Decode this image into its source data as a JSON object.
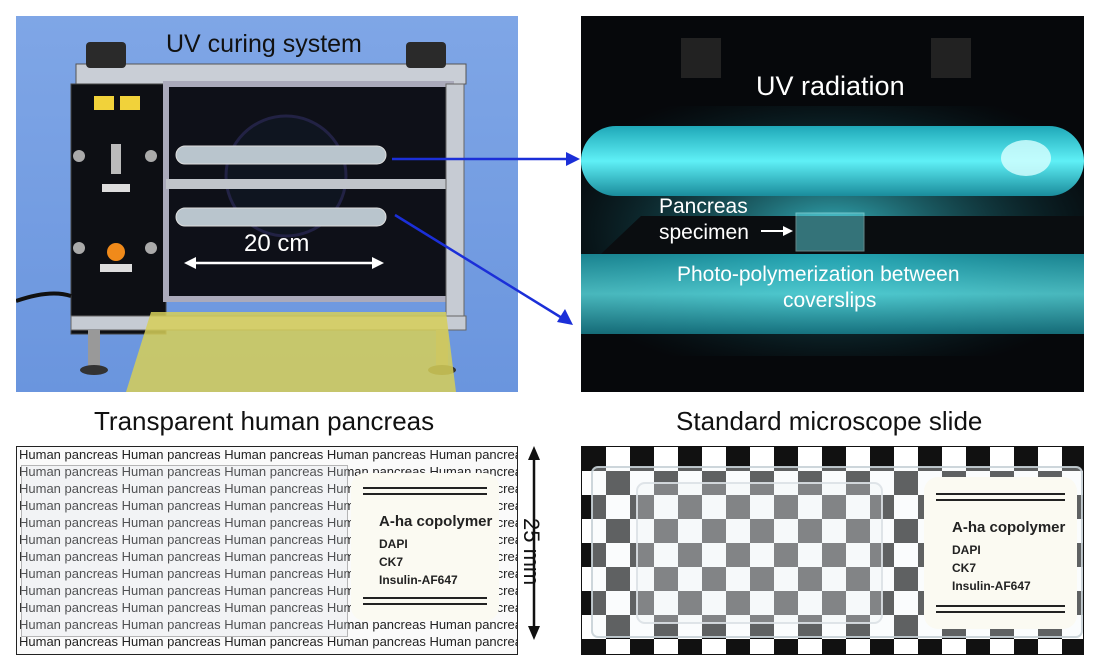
{
  "panel_a": {
    "title": "UV curing system",
    "dimension": "20 cm"
  },
  "panel_b": {
    "title": "UV radiation",
    "specimen_line1": "Pancreas",
    "specimen_line2": "specimen",
    "note_line1": "Photo-polymerization between",
    "note_line2": "coverslips"
  },
  "captions": {
    "left": "Transparent human pancreas",
    "right": "Standard microscope slide"
  },
  "dimension_side": "25 mm",
  "background_text": "Human pancreas Human pancreas Human pancreas Human pancreas Human pancreas",
  "label": {
    "title": "A-ha copolymer",
    "line1": "DAPI",
    "line2": "CK7",
    "line3": "Insulin-AF647"
  },
  "colors": {
    "arrow": "#1b2fd8",
    "uv_glow": "#35d6e6",
    "background_blue": "#6f9ae0"
  }
}
